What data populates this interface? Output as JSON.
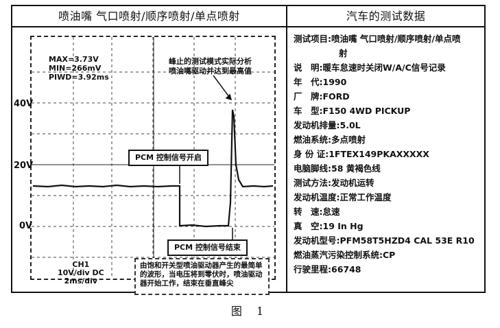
{
  "header": {
    "left_title": "喷油嘴 气口喷射/顺序喷射/单点喷射",
    "right_title": "汽车的测试数据"
  },
  "scope": {
    "measurements": [
      "MAX=3.73V",
      "MIN=266mV",
      "PIWD=3.92ms"
    ],
    "y_labels": [
      "40V",
      "20V",
      "0V"
    ],
    "note_top": [
      "峰止的测试模式实际分析",
      "喷油嘴驱动并达到最高值"
    ],
    "callout_on": "PCM 控制信号开启",
    "callout_off": "PCM 控制信号结束",
    "channel": [
      "CH1",
      "10V/div DC",
      "2ms/div"
    ],
    "note_bottom": "由饱和开关型喷油驱动器产生的最简单的波形，当电压将到零伏时，喷油驱动器开始工作，结束在垂直峰尖"
  },
  "data_rows": [
    "测试项目:喷油嘴 气口喷射/顺序喷射/单点喷",
    "射",
    "说　明:暖车怠速时关闭W/A/C信号记录",
    "年　代:1990",
    "厂　牌:FORD",
    "车　型:F150 4WD PICKUP",
    "发动机排量:5.0L",
    "燃油系统:多点喷射",
    "身 份 证:1FTEX149PKAXXXXX",
    "电脑脚线:58 黄褐色线",
    "测试方法:发动机运转",
    "发动机温度:正常工作温度",
    "转　速:怠速",
    "真　空:19 In Hg",
    "发动机型号:PFM58T5HZD4 CAL 53E R10",
    "燃油蒸汽污染控制系统:CP",
    "行驶里程:66748"
  ],
  "caption": "图 1"
}
